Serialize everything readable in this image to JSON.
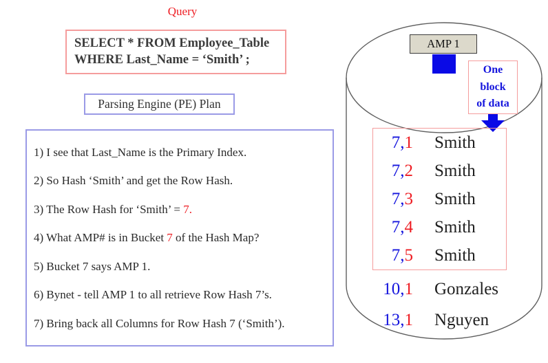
{
  "query": {
    "label": "Query",
    "sql_line1": "SELECT * FROM Employee_Table",
    "sql_line2": "WHERE Last_Name = ‘Smith’ ;"
  },
  "plan": {
    "title": "Parsing Engine (PE) Plan",
    "steps": [
      {
        "pre": "1) I see that Last_Name is the Primary Index.",
        "hl": "",
        "post": ""
      },
      {
        "pre": "2) So Hash ‘Smith’ and get the Row Hash.",
        "hl": "",
        "post": ""
      },
      {
        "pre": "3) The Row Hash for ‘Smith’ = ",
        "hl": "7.",
        "post": ""
      },
      {
        "pre": "4) What AMP# is in Bucket ",
        "hl": "7",
        "post": " of the Hash Map?"
      },
      {
        "pre": "5) Bucket 7 says AMP 1.",
        "hl": "",
        "post": ""
      },
      {
        "pre": "6) Bynet - tell AMP 1 to all retrieve Row Hash 7’s.",
        "hl": "",
        "post": ""
      },
      {
        "pre": "7) Bring back all Columns for Row Hash 7 (‘Smith’).",
        "hl": "",
        "post": ""
      }
    ]
  },
  "cylinder": {
    "amp_label": "AMP 1",
    "block_note": {
      "line1": "One",
      "line2": "block",
      "line3": "of data"
    },
    "rows": [
      {
        "hash": "7,",
        "uniq": "1",
        "name": "Smith"
      },
      {
        "hash": "7,",
        "uniq": "2",
        "name": "Smith"
      },
      {
        "hash": "7,",
        "uniq": "3",
        "name": "Smith"
      },
      {
        "hash": "7,",
        "uniq": "4",
        "name": "Smith"
      },
      {
        "hash": "7,",
        "uniq": "5",
        "name": "Smith"
      },
      {
        "hash": "10,",
        "uniq": "1",
        "name": "Gonzales"
      },
      {
        "hash": "13,",
        "uniq": "1",
        "name": "Nguyen"
      }
    ]
  },
  "colors": {
    "red_text": "#ee1c22",
    "blue_text": "#1414dd",
    "red_border": "#f59c9c",
    "blue_border": "#9a9ae6",
    "amp_fill": "#dcd9cb",
    "arrow_blue": "#0a0ae6",
    "cylinder_stroke": "#5f5f5f"
  }
}
